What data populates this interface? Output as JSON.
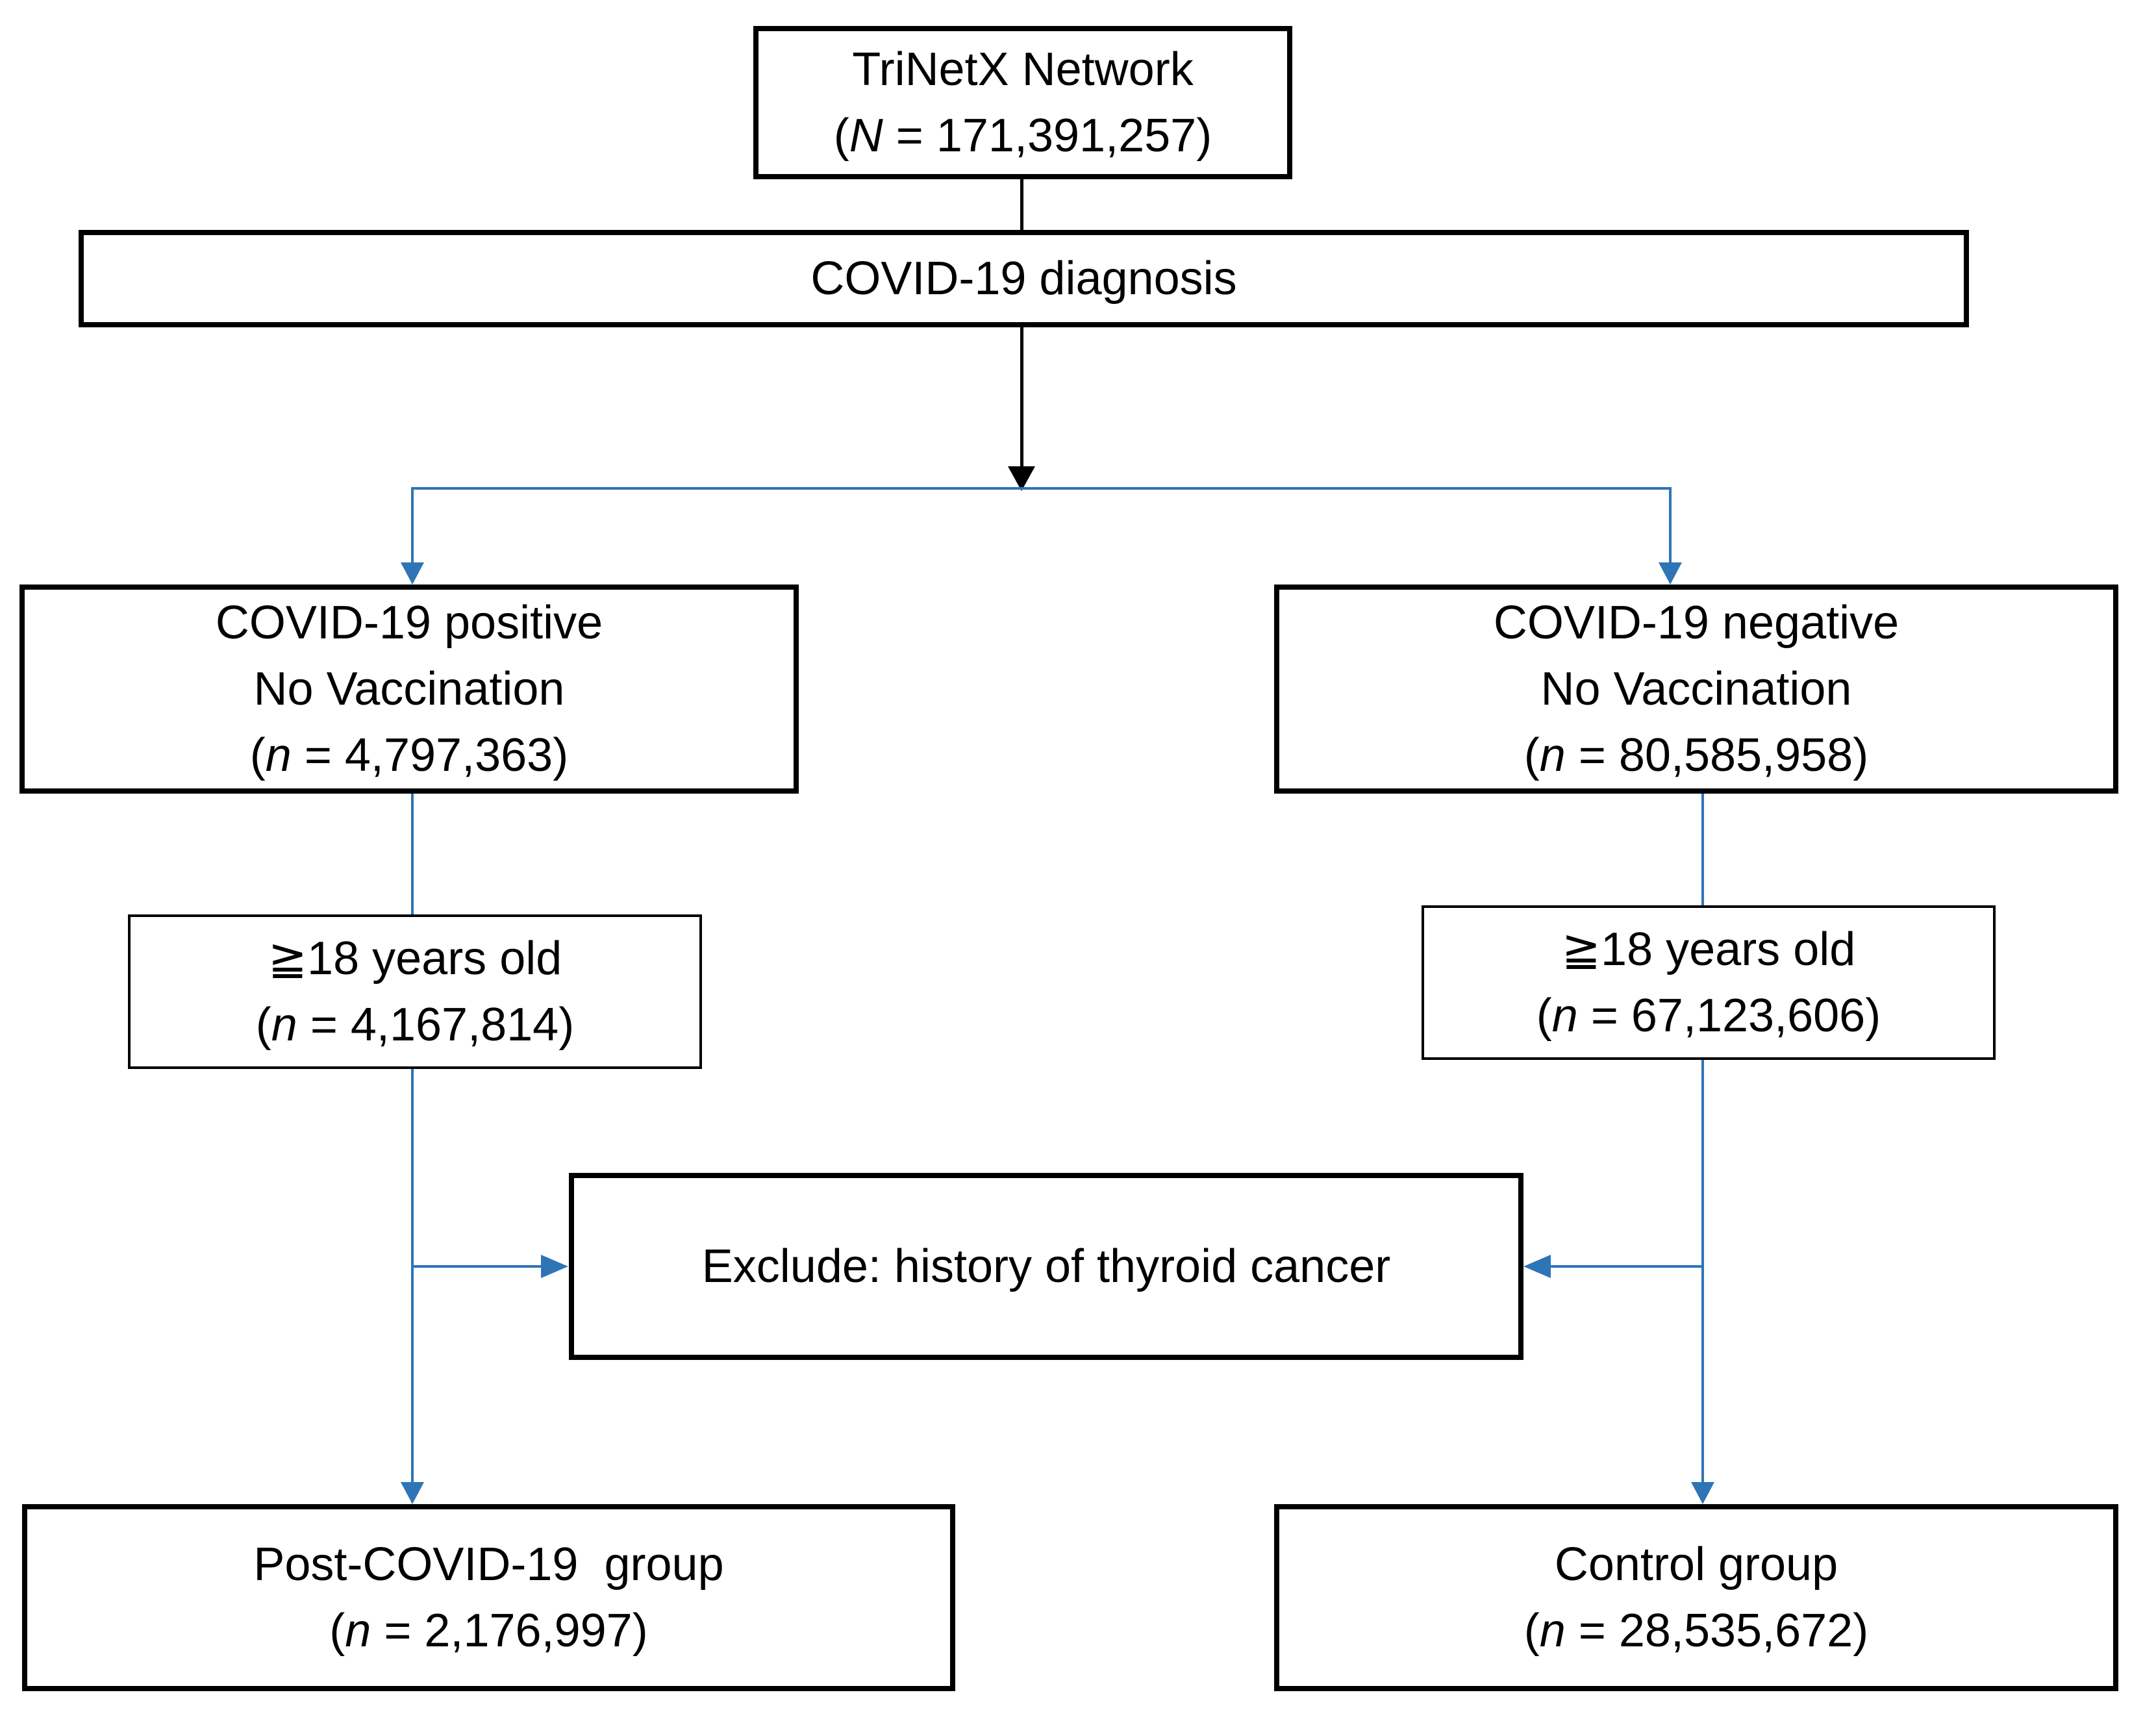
{
  "figure": {
    "type": "cohort-selection-flowchart",
    "colors": {
      "background": "#ffffff",
      "border_and_text": "#000000",
      "connector_black": "#000000",
      "connector_blue": "#2e75b6"
    },
    "nodes": {
      "network": {
        "line1": "TriNetX Network",
        "count": {
          "open": "(",
          "var": "N",
          "eq": " = ",
          "value": "171,391,257",
          "close": ")"
        }
      },
      "diagnosis": {
        "label": "COVID-19 diagnosis"
      },
      "covid_positive": {
        "line1": "COVID-19 positive",
        "line2": "No Vaccination",
        "count": {
          "open": "(",
          "var": "n",
          "eq": " = ",
          "value": "4,797,363",
          "close": ")"
        }
      },
      "covid_negative": {
        "line1": "COVID-19 negative",
        "line2": "No Vaccination",
        "count": {
          "open": "(",
          "var": "n",
          "eq": " = ",
          "value": "80,585,958",
          "close": ")"
        }
      },
      "age_left": {
        "line1": "≧18 years old",
        "count": {
          "open": "(",
          "var": "n",
          "eq": " = ",
          "value": "4,167,814",
          "close": ")"
        }
      },
      "age_right": {
        "line1": "≧18 years old",
        "count": {
          "open": "(",
          "var": "n",
          "eq": " = ",
          "value": "67,123,606",
          "close": ")"
        }
      },
      "exclude": {
        "label": "Exclude: history of thyroid cancer"
      },
      "post_covid_group": {
        "line1": "Post-COVID-19  group",
        "count": {
          "open": "(",
          "var": "n",
          "eq": " = ",
          "value": "2,176,997",
          "close": ")"
        }
      },
      "control_group": {
        "line1": "Control group",
        "count": {
          "open": "(",
          "var": "n",
          "eq": " = ",
          "value": "28,535,672",
          "close": ")"
        }
      }
    },
    "edges": [
      {
        "from": "network",
        "to": "diagnosis",
        "style": "black-line"
      },
      {
        "from": "diagnosis",
        "to": "branch-point",
        "style": "black-arrow-down"
      },
      {
        "from": "branch-point",
        "to": "covid_positive",
        "style": "blue-arrow-down"
      },
      {
        "from": "branch-point",
        "to": "covid_negative",
        "style": "blue-arrow-down"
      },
      {
        "from": "covid_positive",
        "to": "post_covid_group",
        "style": "blue-arrow-down-through-age_left"
      },
      {
        "from": "covid_negative",
        "to": "control_group",
        "style": "blue-arrow-down-through-age_right"
      },
      {
        "from": "covid_positive-branch",
        "to": "exclude",
        "style": "blue-arrow-right"
      },
      {
        "from": "covid_negative-branch",
        "to": "exclude",
        "style": "blue-arrow-left"
      }
    ]
  }
}
